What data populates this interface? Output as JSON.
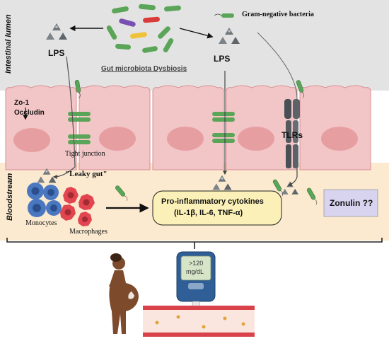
{
  "regions": {
    "lumen_label": "Intestinal lumen",
    "blood_label": "Bloodstream"
  },
  "labels": {
    "gram_negative": "Gram-negative bacteria",
    "lps_left": "LPS",
    "lps_center": "LPS",
    "dysbiosis": "Gut microbiota Dysbiosis",
    "zo1": "Zo-1",
    "occludin": "Occludin",
    "tight_junction": "Tight junction",
    "tlrs": "TLRs",
    "leaky_gut": "\"Leaky gut\"",
    "monocytes": "Monocytes",
    "macrophages": "Macrophages",
    "cytokines_line1": "Pro-inflammatory cytokines",
    "cytokines_line2": "(IL-1β, IL-6, TNF-α)",
    "zonulin": "Zonulin ??",
    "meter_line1": ">120",
    "meter_line2": "mg/dL"
  },
  "colors": {
    "lumen_bg": "#e3e3e3",
    "blood_bg": "#fbead0",
    "cell_fill": "#f2c5c6",
    "cell_stroke": "#d98f93",
    "nucleus": "#e79ea1",
    "junction": "#5aa558",
    "cytokine_box": "#fbf1b8",
    "zonulin_box": "#d8d4ef",
    "monocyte": "#4a78c0",
    "macrophage": "#e2454f",
    "skin": "#7d4a2c"
  }
}
